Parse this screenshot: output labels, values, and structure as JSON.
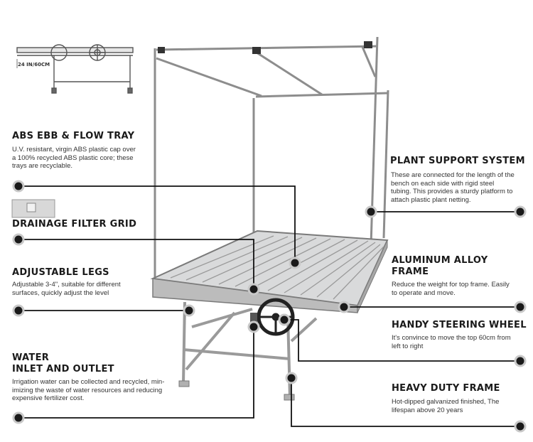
{
  "thumbnail": {
    "dimension_label": "24 IN/60CM"
  },
  "features": {
    "abs_tray": {
      "title": "ABS EBB & FLOW TRAY",
      "lines": [
        "U.V. resistant, virgin ABS plastic cap over",
        "a 100% recycled ABS plastic core; these",
        "trays are recyclable."
      ]
    },
    "drainage": {
      "title": "DRAINAGE FILTER GRID"
    },
    "legs": {
      "title": "ADJUSTABLE LEGS",
      "lines": [
        "Adjustable 3-4\", suitable for different",
        "surfaces, quickly adjust the level"
      ]
    },
    "water": {
      "title_line1": "WATER",
      "title_line2": "INLET AND OUTLET",
      "lines": [
        "Irrigation water can be collected and recycled, min-",
        "imizing the waste of water resources and reducing",
        "expensive fertilizer cost."
      ]
    },
    "plant_support": {
      "title": "PLANT SUPPORT SYSTEM",
      "lines": [
        "These are connected for the length of the",
        "bench on each side with rigid steel",
        "tubing. This provides a sturdy platform to",
        "attach plastic plant netting."
      ]
    },
    "aluminum": {
      "title_line1": "ALUMINUM ALLOY",
      "title_line2": "FRAME",
      "lines": [
        "Reduce the weight for top frame. Easily",
        "to operate and move."
      ]
    },
    "steering": {
      "title": "HANDY STEERING WHEEL",
      "lines": [
        " It's convince to move the top 60cm from",
        "left to right"
      ]
    },
    "heavy_frame": {
      "title": "HEAVY DUTY FRAME",
      "lines": [
        "Hot-dipped galvanized finished, The",
        "lifespan above 20 years"
      ]
    }
  }
}
